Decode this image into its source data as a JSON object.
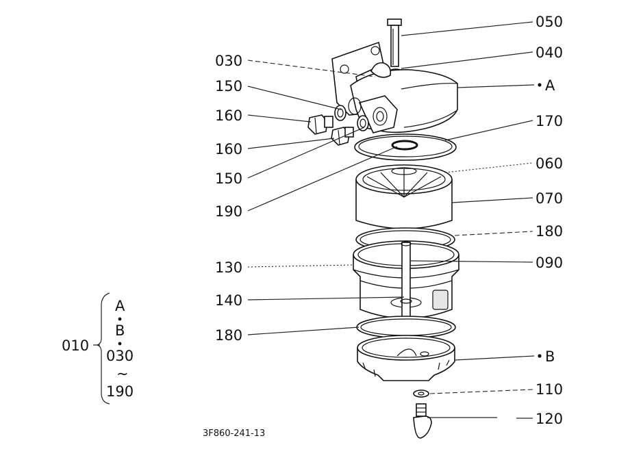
{
  "parts": {
    "p050": "050",
    "p040": "040",
    "p030": "030",
    "pA": "A",
    "p150a": "150",
    "p160a": "160",
    "p170": "170",
    "p160b": "160",
    "p060": "060",
    "p150b": "150",
    "p070": "070",
    "p190": "190",
    "p180a": "180",
    "p130": "130",
    "p090": "090",
    "p140": "140",
    "p180b": "180",
    "pB": "B",
    "p110": "110",
    "p120": "120"
  },
  "assembly": {
    "number": "010",
    "items": [
      "A",
      "B",
      "030",
      "190"
    ],
    "range_mark": "~"
  },
  "figure_code": "3F860-241-13"
}
